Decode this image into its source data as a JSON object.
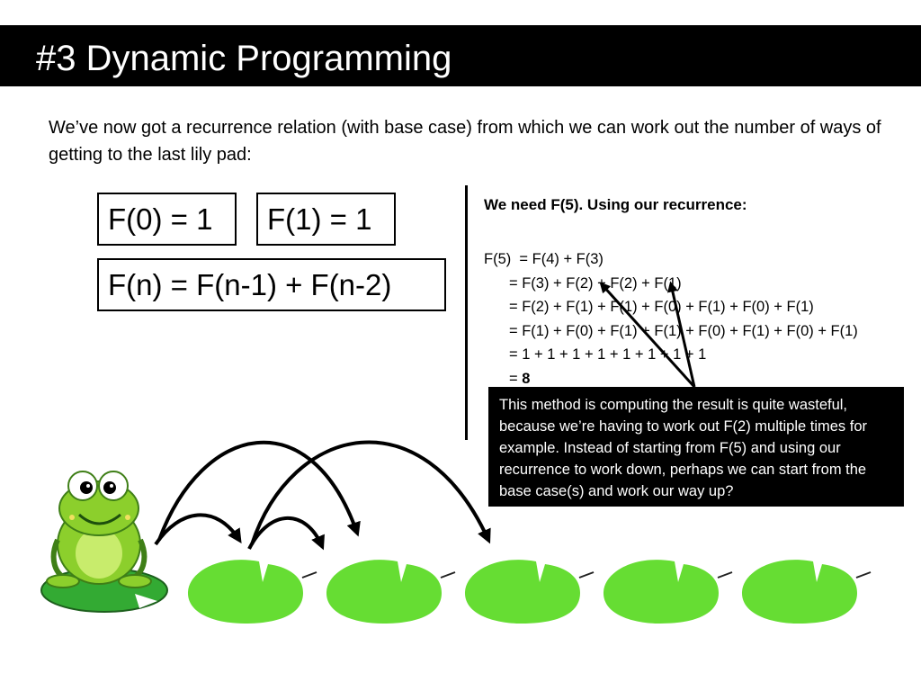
{
  "slide": {
    "title": "#3 Dynamic Programming",
    "intro": "We’ve now got a recurrence relation (with base case) from which we can work out the number of ways of getting to the last lily pad:"
  },
  "formulas": {
    "base0": "F(0) = 1",
    "base1": "F(1) = 1",
    "recurrence": "F(n) = F(n-1) + F(n-2)"
  },
  "expansion": {
    "heading": "We need F(5). Using our recurrence:",
    "lines": [
      "F(5)  = F(4) + F(3)",
      "= F(3) + F(2) + F(2) + F(1)",
      "= F(2) + F(1) + F(1) + F(0) + F(1) + F(0) + F(1)",
      "= F(1) + F(0) + F(1) + F(1) + F(0) + F(1) + F(0) + F(1)",
      "= 1 + 1 + 1 + 1 + 1 + 1 + 1 + 1"
    ],
    "result_prefix": "= ",
    "result_value": "8"
  },
  "note": "This method is computing the result is quite wasteful, because we’re having to work out F(2) multiple times for example. Instead of starting from F(5) and using our recurrence to work down, perhaps we can start from the base case(s) and work our way up?",
  "colors": {
    "lily_pad": "#66dd33",
    "frog_body": "#8ccf2c",
    "frog_dark": "#3f7f17",
    "title_bar": "#000000"
  }
}
